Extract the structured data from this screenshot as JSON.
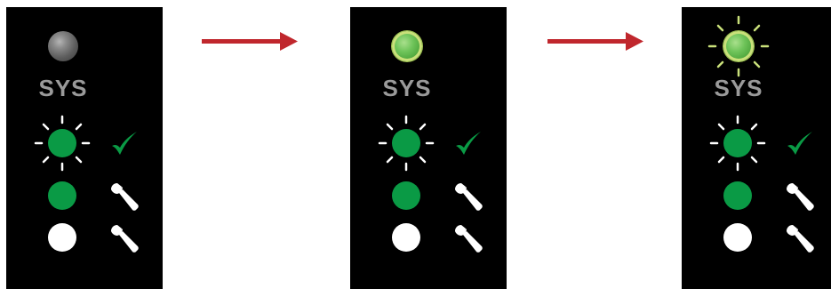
{
  "colors": {
    "panel_background": "#000000",
    "sys_led_off": "#7a7a7a",
    "sys_led_on": "#6fc45a",
    "sys_led_ring": "#c9e07a",
    "sys_label": "#9a9a9a",
    "status_green": "#0a9a45",
    "status_white": "#ffffff",
    "checkmark": "#0a9a45",
    "wrench": "#ffffff",
    "arrow": "#c0272d"
  },
  "panels": [
    {
      "sys_label": "SYS",
      "sys_led_state": "off",
      "sys_led_blinking": false,
      "rows": [
        {
          "led": "green",
          "blinking": true,
          "icon": "checkmark-icon"
        },
        {
          "led": "green",
          "blinking": false,
          "icon": "wrench-icon"
        },
        {
          "led": "white",
          "blinking": false,
          "icon": "wrench-icon"
        }
      ]
    },
    {
      "sys_label": "SYS",
      "sys_led_state": "on",
      "sys_led_blinking": false,
      "rows": [
        {
          "led": "green",
          "blinking": true,
          "icon": "checkmark-icon"
        },
        {
          "led": "green",
          "blinking": false,
          "icon": "wrench-icon"
        },
        {
          "led": "white",
          "blinking": false,
          "icon": "wrench-icon"
        }
      ]
    },
    {
      "sys_label": "SYS",
      "sys_led_state": "on",
      "sys_led_blinking": true,
      "rows": [
        {
          "led": "green",
          "blinking": true,
          "icon": "checkmark-icon"
        },
        {
          "led": "green",
          "blinking": false,
          "icon": "wrench-icon"
        },
        {
          "led": "white",
          "blinking": false,
          "icon": "wrench-icon"
        }
      ]
    }
  ],
  "arrows": [
    {
      "from": 1,
      "to": 2,
      "icon": "arrow-right-icon"
    },
    {
      "from": 2,
      "to": 3,
      "icon": "arrow-right-icon"
    }
  ]
}
